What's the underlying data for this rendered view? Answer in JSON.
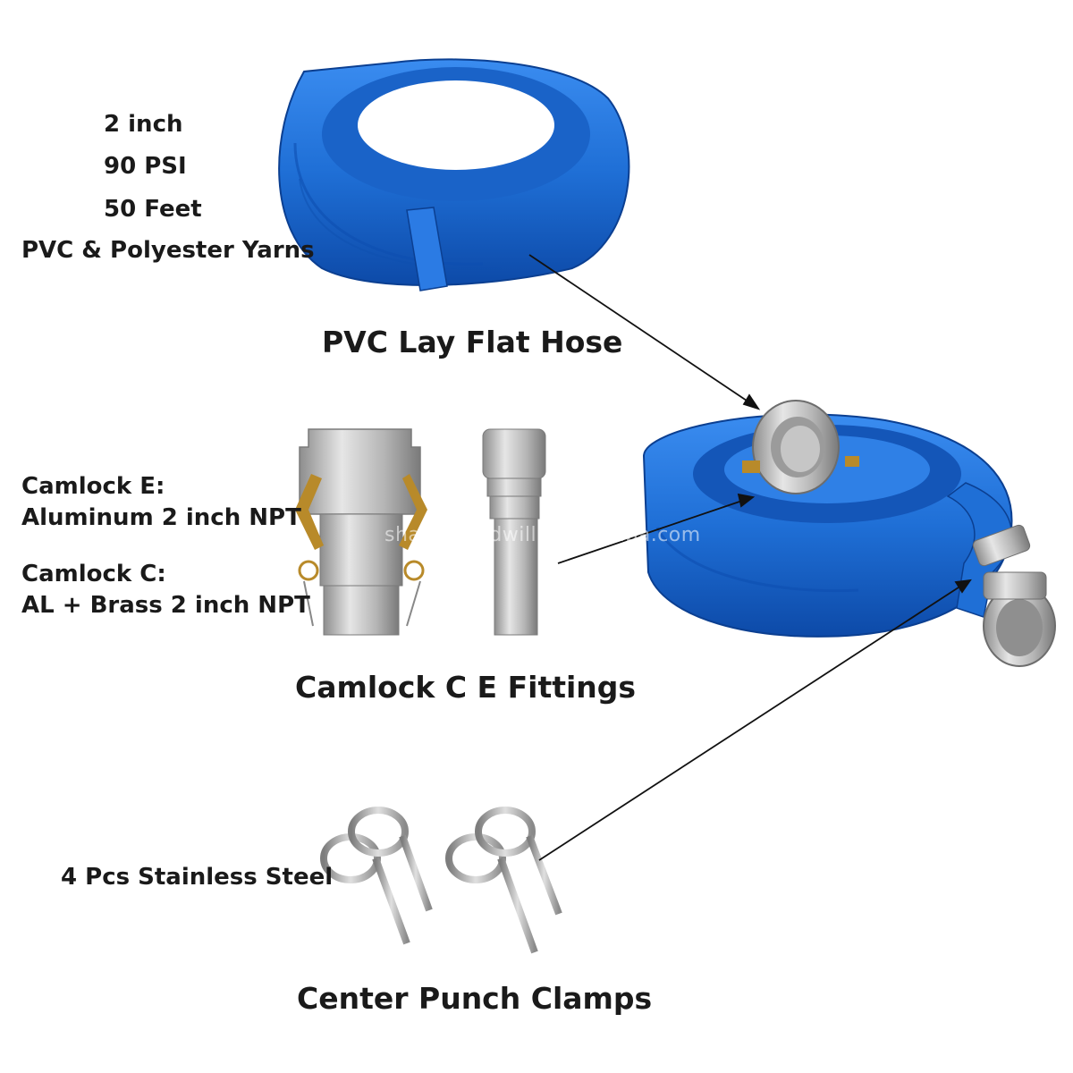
{
  "hose_specs": [
    "2 inch",
    "90 PSI",
    "50 Feet",
    "PVC & Polyester Yarns"
  ],
  "captions": {
    "hose": "PVC Lay Flat Hose",
    "fittings": "Camlock C E Fittings",
    "clamps": "Center Punch Clamps"
  },
  "camlock": {
    "e_title": "Camlock E:",
    "e_detail": "Aluminum 2 inch NPT",
    "c_title": "Camlock C:",
    "c_detail": "AL + Brass 2 inch NPT"
  },
  "clamps_label": "4 Pcs Stainless Steel",
  "watermark": "shanxigoodwill.en.alibaba.com",
  "colors": {
    "hose_blue": "#1f6fd6",
    "hose_dark": "#0d4aa8",
    "aluminum": "#c9c9c9",
    "brass": "#b88a2a",
    "steel": "#a8a8a8"
  },
  "icons": [
    "coiled-hose-icon",
    "assembled-hose-kit-icon",
    "camlock-c-fitting-icon",
    "camlock-e-fitting-icon",
    "punch-clamp-icon"
  ]
}
